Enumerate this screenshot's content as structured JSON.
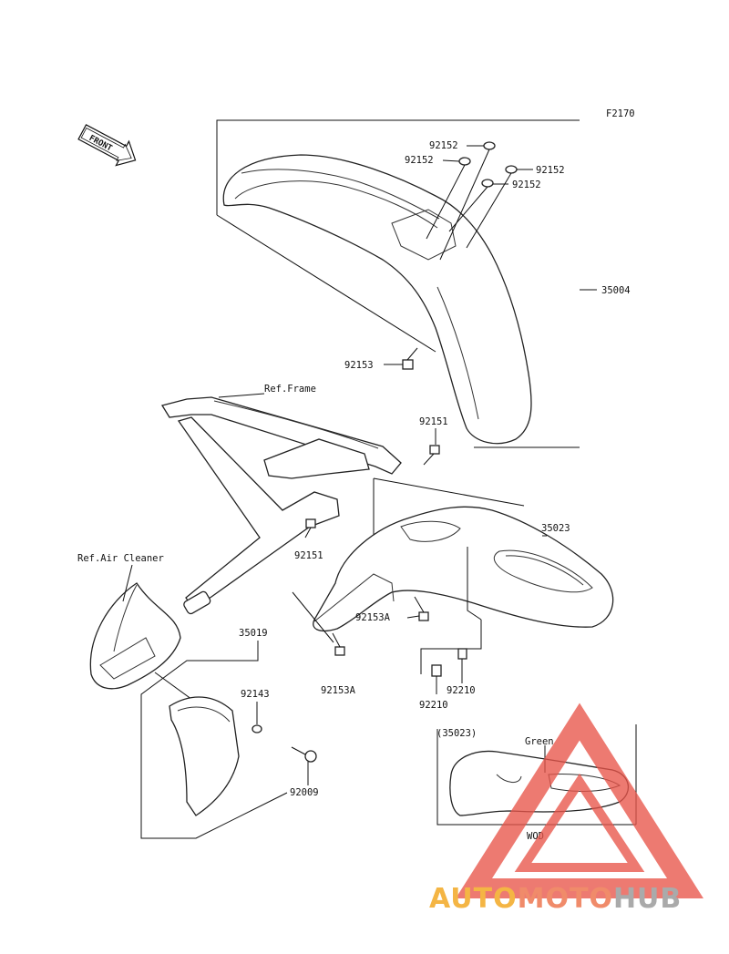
{
  "diagram_code": "F2170",
  "front_marker": "FRONT",
  "labels": {
    "p92152_a": "92152",
    "p92152_b": "92152",
    "p92152_c": "92152",
    "p92152_d": "92152",
    "p35004": "35004",
    "p92153": "92153",
    "ref_frame": "Ref.Frame",
    "p92151_a": "92151",
    "p92151_b": "92151",
    "p35023": "35023",
    "ref_air_cleaner": "Ref.Air Cleaner",
    "p92153A_a": "92153A",
    "p92153A_b": "92153A",
    "p35019": "35019",
    "p92143": "92143",
    "p92009": "92009",
    "p92210_a": "92210",
    "p92210_b": "92210",
    "inset_part": "(35023)",
    "inset_color": "Green",
    "inset_variant": "WOD"
  },
  "watermark": {
    "brand_auto": "AUTO",
    "brand_moto": "MOTO",
    "brand_hub": "HUB",
    "color_auto": "#f4b544",
    "color_moto": "#f08b6a",
    "color_hub": "#aaaaaa",
    "triangle_color": "#e8554a"
  }
}
